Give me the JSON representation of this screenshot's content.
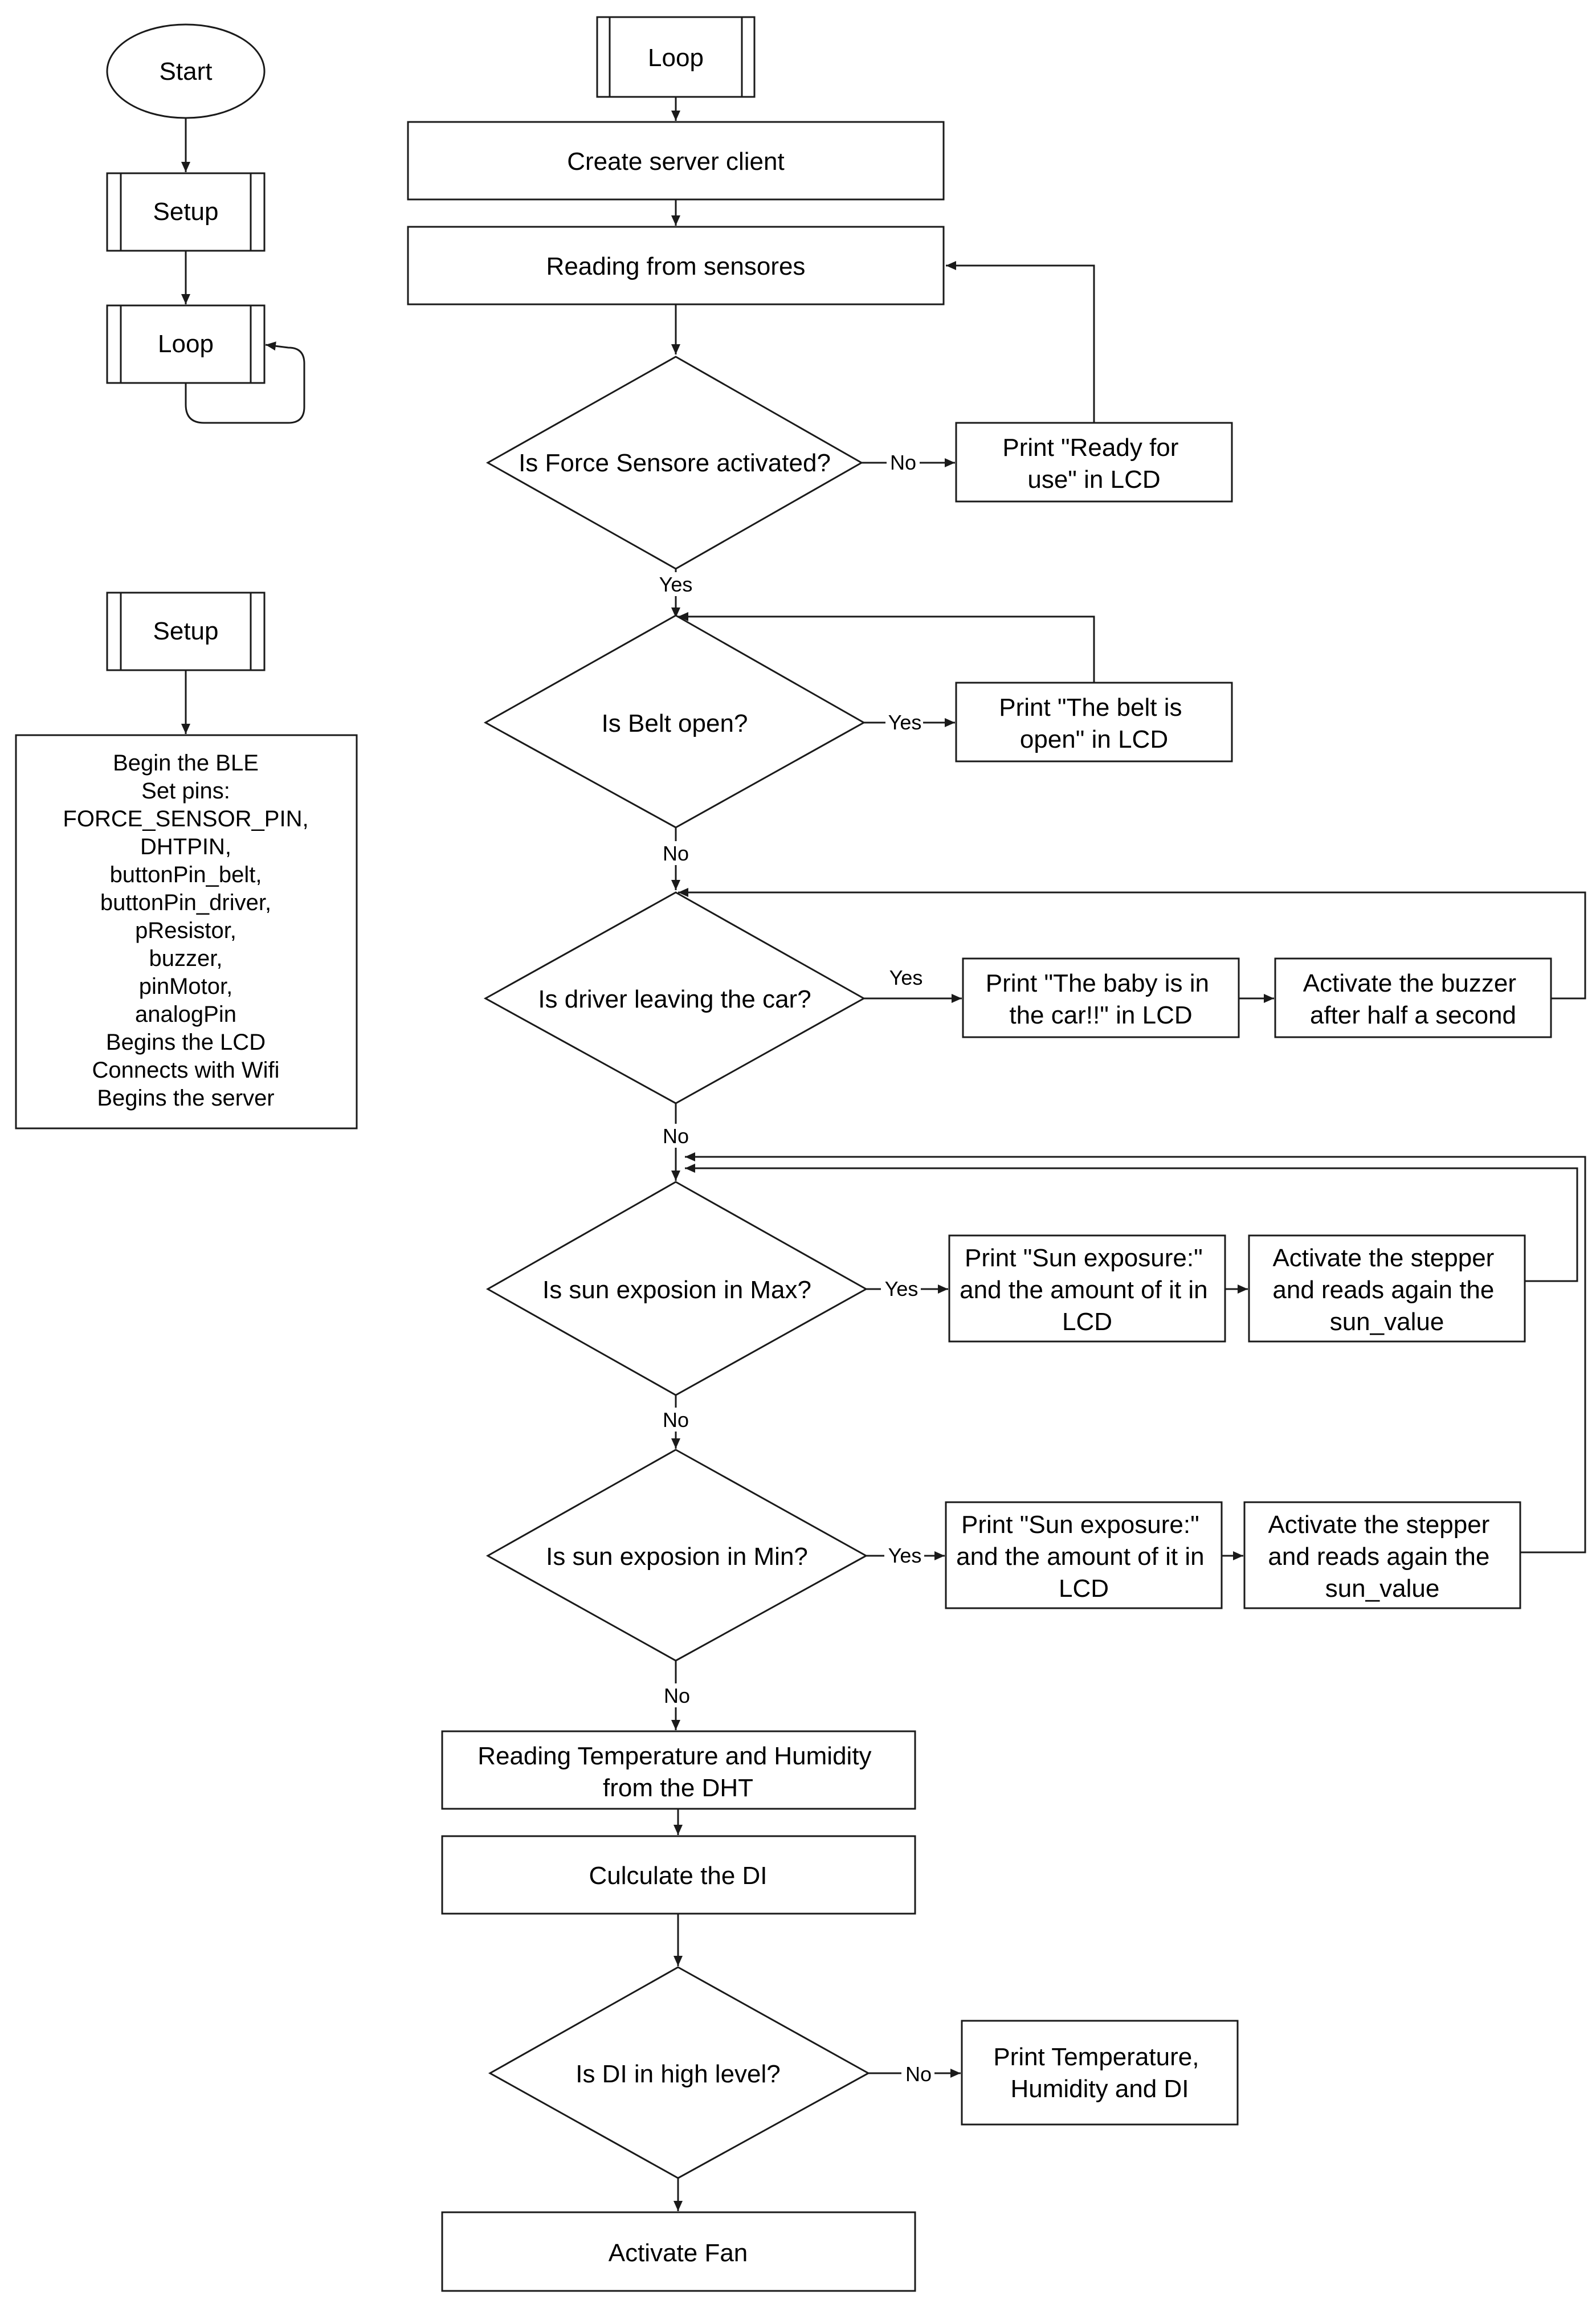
{
  "left": {
    "start": "Start",
    "setup": "Setup",
    "loop": "Loop",
    "setup2": "Setup",
    "setup_lines": [
      "Begin the BLE",
      "Set pins:",
      "FORCE_SENSOR_PIN,",
      "DHTPIN,",
      "buttonPin_belt,",
      "buttonPin_driver,",
      "pResistor,",
      "buzzer,",
      "pinMotor,",
      "analogPin",
      "Begins the LCD",
      "Connects with Wifi",
      "Begins the server"
    ]
  },
  "main": {
    "loop": "Loop",
    "create_server": "Create server client",
    "reading": "Reading from sensores",
    "q_force": "Is Force Sensore activated?",
    "ready": [
      "Print \"Ready for",
      "use\" in LCD"
    ],
    "q_belt": "Is Belt open?",
    "belt_open": [
      "Print \"The belt is",
      "open\" in LCD"
    ],
    "q_driver": "Is driver leaving the car?",
    "baby": [
      "Print \"The baby is in",
      "the car!!\" in LCD"
    ],
    "buzzer": [
      "Activate the buzzer",
      "after half a second"
    ],
    "q_sun_max": "Is sun exposion in Max?",
    "sun_print_max": [
      "Print \"Sun exposure:\"",
      "and the amount of it in",
      "LCD"
    ],
    "stepper_max": [
      "Activate the stepper",
      "and reads again the",
      "sun_value"
    ],
    "q_sun_min": "Is sun exposion in Min?",
    "sun_print_min": [
      "Print \"Sun exposure:\"",
      "and the amount of it in",
      "LCD"
    ],
    "stepper_min": [
      "Activate the stepper",
      "and reads again the",
      "sun_value"
    ],
    "dht": [
      "Reading Temperature and Humidity",
      "from the DHT"
    ],
    "di": "Culculate the DI",
    "q_di": "Is DI in high level?",
    "print_thd": [
      "Print Temperature,",
      "Humidity and DI"
    ],
    "fan": "Activate Fan"
  },
  "edge_labels": {
    "force_no": "No",
    "force_yes": "Yes",
    "belt_yes": "Yes",
    "belt_no": "No",
    "driver_yes": "Yes",
    "driver_no": "No",
    "max_yes": "Yes",
    "max_no": "No",
    "min_yes": "Yes",
    "min_no": "No",
    "di_no": "No"
  }
}
